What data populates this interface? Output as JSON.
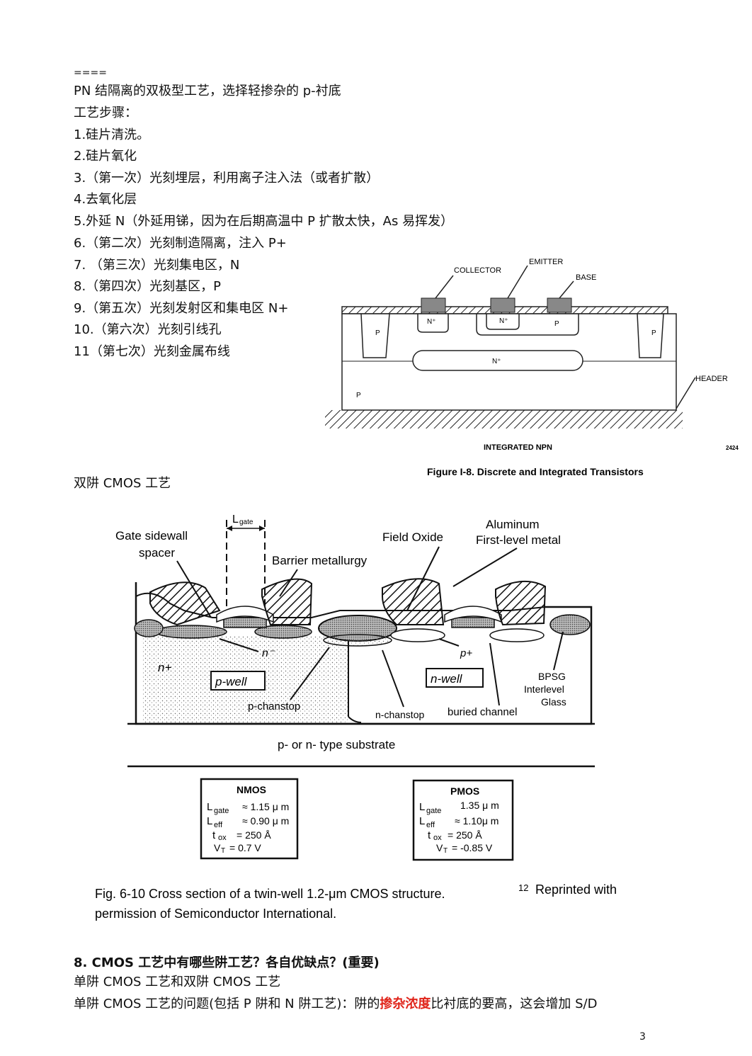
{
  "header": {
    "separator": "===="
  },
  "intro": {
    "title": "PN 结隔离的双极型工艺，选择轻掺杂的 p-衬底",
    "steps_heading": "工艺步骤："
  },
  "steps": [
    "1.硅片清洗。",
    "2.硅片氧化",
    "3.（第一次）光刻埋层，利用离子注入法（或者扩散）",
    "4.去氧化层",
    "5.外延 N（外延用锑，因为在后期高温中 P 扩散太快，As 易挥发）",
    "6.（第二次）光刻制造隔离，注入 P+",
    "7. （第三次）光刻集电区，N",
    "8.（第四次）光刻基区，P",
    "9.（第五次）光刻发射区和集电区 N+",
    "10.（第六次）光刻引线孔",
    "11（第七次）光刻金属布线"
  ],
  "figure1": {
    "labels": {
      "collector": "COLLECTOR",
      "emitter": "EMITTER",
      "base": "BASE",
      "header": "HEADER",
      "n_plus_1": "N⁺",
      "n_plus_2": "N⁺",
      "n_plus_buried": "N⁺",
      "p_base": "P",
      "p_left": "P",
      "p_right": "P",
      "p_substrate": "P"
    },
    "subtitle": "INTEGRATED NPN",
    "number": "2424",
    "caption": "Figure I-8.  Discrete and Integrated Transistors"
  },
  "section_cmos": {
    "title": "双阱 CMOS 工艺"
  },
  "figure2": {
    "labels": {
      "lgate": "L",
      "lgate_sub": "gate",
      "gate_sidewall": "Gate  sidewall",
      "spacer": "spacer",
      "barrier": "Barrier  metallurgy",
      "field_oxide": "Field  Oxide",
      "aluminum": "Aluminum",
      "first_level_metal": "First-level   metal",
      "n_plus": "n+",
      "n_minus": "n⁻",
      "p_well": "p-well",
      "p_chanstop": "p-chanstop",
      "n_well": "n-well",
      "p_plus": "p+",
      "bpsg_1": "BPSG",
      "bpsg_2": "Interlevel",
      "bpsg_3": "Glass",
      "n_chanstop": "n-chanstop",
      "buried_channel": "buried channel",
      "substrate": "p-   or  n-  type  substrate"
    },
    "nmos": {
      "title": "NMOS",
      "rows": [
        {
          "label": "L",
          "sub": "gate",
          "value": "≈ 1.15 μ m"
        },
        {
          "label": "L",
          "sub": "eff",
          "value": "≈ 0.90 μ m"
        },
        {
          "label": "t",
          "sub": "ox",
          "value": "= 250 Å"
        },
        {
          "label": "V",
          "sub": "T",
          "value": "= 0.7 V"
        }
      ]
    },
    "pmos": {
      "title": "PMOS",
      "rows": [
        {
          "label": "L",
          "sub": "gate",
          "value": "1.35 μ m"
        },
        {
          "label": "L",
          "sub": "eff",
          "value": "≈ 1.10μ m"
        },
        {
          "label": "t",
          "sub": "ox",
          "value": "= 250 Å"
        },
        {
          "label": "V",
          "sub": "T",
          "value": "= -0.85 V"
        }
      ]
    },
    "caption_line1": "Fig. 6-10 Cross section of a twin-well 1.2-μm CMOS structure.",
    "caption_ref": "12",
    "caption_tail": " Reprinted with",
    "caption_line2": "permission of Semiconductor International."
  },
  "question": {
    "title": "8. CMOS 工艺中有哪些阱工艺？各自优缺点？(重要)",
    "line1": "单阱 CMOS 工艺和双阱 CMOS 工艺",
    "line2_before": "单阱 CMOS 工艺的问题(包括 P 阱和 N 阱工艺)：阱的",
    "line2_highlight": "掺杂浓度",
    "line2_after": "比衬底的要高，这会增加 S/D"
  },
  "page_number": "3"
}
